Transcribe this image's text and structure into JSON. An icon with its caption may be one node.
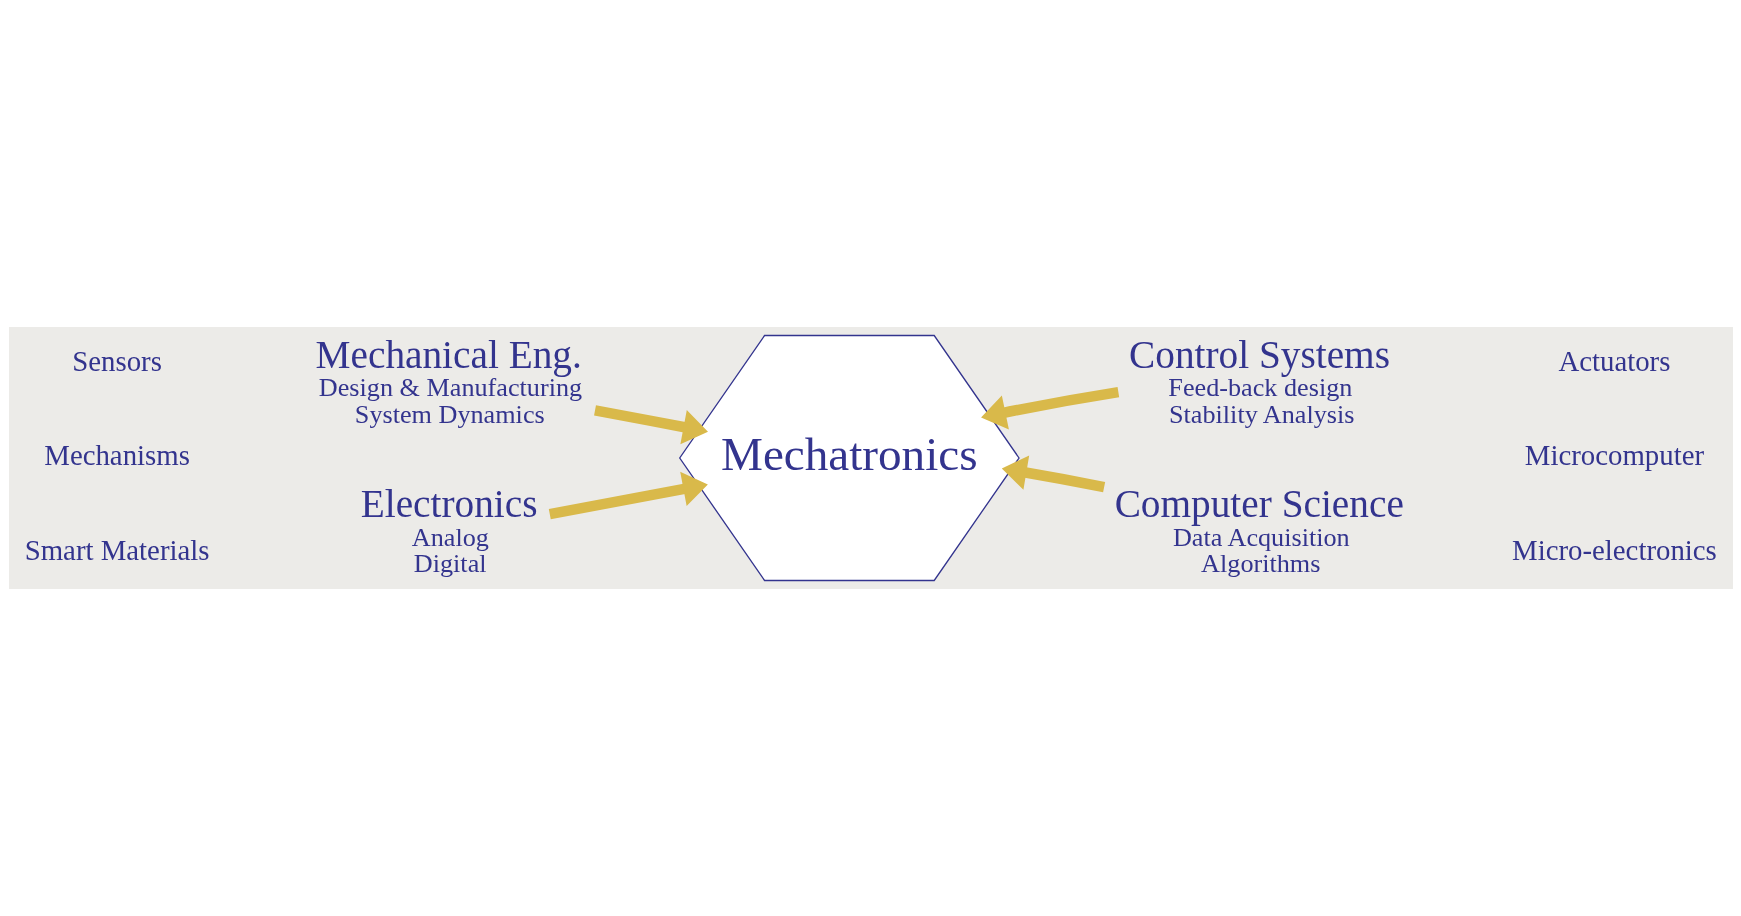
{
  "diagram": {
    "nodes": [
      {
        "text": [
          "Mechatronics"
        ]
      },
      {
        "text": [
          "Mechanical Eng.",
          "Design & Manufacturing",
          "System Dynamics"
        ]
      },
      {
        "text": [
          "Control Systems",
          "Feed-back design",
          "Stability Analysis"
        ]
      },
      {
        "text": [
          "Electronics",
          "Analog",
          "Digital"
        ]
      },
      {
        "text": [
          "Computer Science",
          "Data Acquisition",
          "Algorithms"
        ]
      }
    ],
    "edges": [
      {
        "from": 1,
        "to": 0,
        "arrow": "to"
      },
      {
        "from": 2,
        "to": 0,
        "arrow": "to"
      },
      {
        "from": 3,
        "to": 0,
        "arrow": "to"
      },
      {
        "from": 4,
        "to": 0,
        "arrow": "to"
      }
    ],
    "labels": [
      "Sensors",
      "Actuators",
      "Mechanisms",
      "Microcomputer",
      "Smart Materials",
      "Micro-electronics"
    ]
  }
}
